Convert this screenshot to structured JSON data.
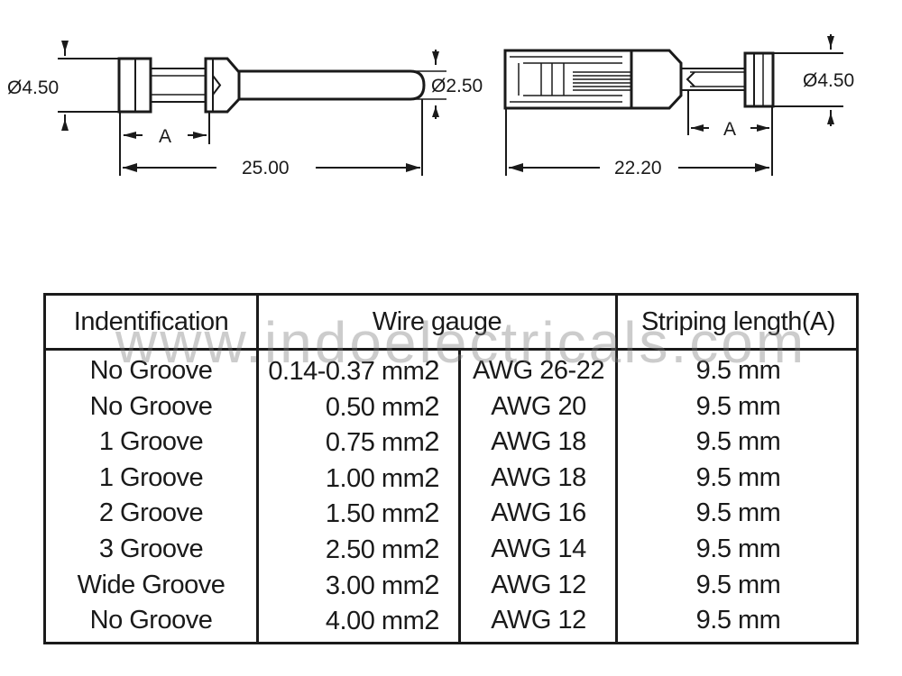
{
  "drawing": {
    "left_pin": {
      "diameter_label": "Ø4.50",
      "tip_diameter_label": "Ø2.50",
      "strip_label": "A",
      "length_label": "25.00"
    },
    "right_socket": {
      "diameter_label": "Ø4.50",
      "strip_label": "A",
      "length_label": "22.20"
    }
  },
  "table": {
    "headers": {
      "identification": "Indentification",
      "wire_gauge": "Wire gauge",
      "striping_length": "Striping length(A)"
    },
    "rows": [
      {
        "id": "No Groove",
        "mm_value": "0.14-0.37 mm",
        "awg": "AWG 26-22",
        "length": "9.5 mm"
      },
      {
        "id": "No Groove",
        "mm_value": "0.50 mm",
        "awg": "AWG 20",
        "length": "9.5 mm"
      },
      {
        "id": "1 Groove",
        "mm_value": "0.75 mm",
        "awg": "AWG 18",
        "length": "9.5 mm"
      },
      {
        "id": "1 Groove",
        "mm_value": "1.00 mm",
        "awg": "AWG 18",
        "length": "9.5 mm"
      },
      {
        "id": "2 Groove",
        "mm_value": "1.50 mm",
        "awg": "AWG 16",
        "length": "9.5 mm"
      },
      {
        "id": "3 Groove",
        "mm_value": "2.50 mm",
        "awg": "AWG 14",
        "length": "9.5 mm"
      },
      {
        "id": "Wide Groove",
        "mm_value": "3.00 mm",
        "awg": "AWG 12",
        "length": "9.5 mm"
      },
      {
        "id": "No Groove",
        "mm_value": "4.00 mm",
        "awg": "AWG 12",
        "length": "9.5 mm"
      }
    ],
    "mm_suffix": "2"
  },
  "watermark": "www.indoelectricals.com"
}
